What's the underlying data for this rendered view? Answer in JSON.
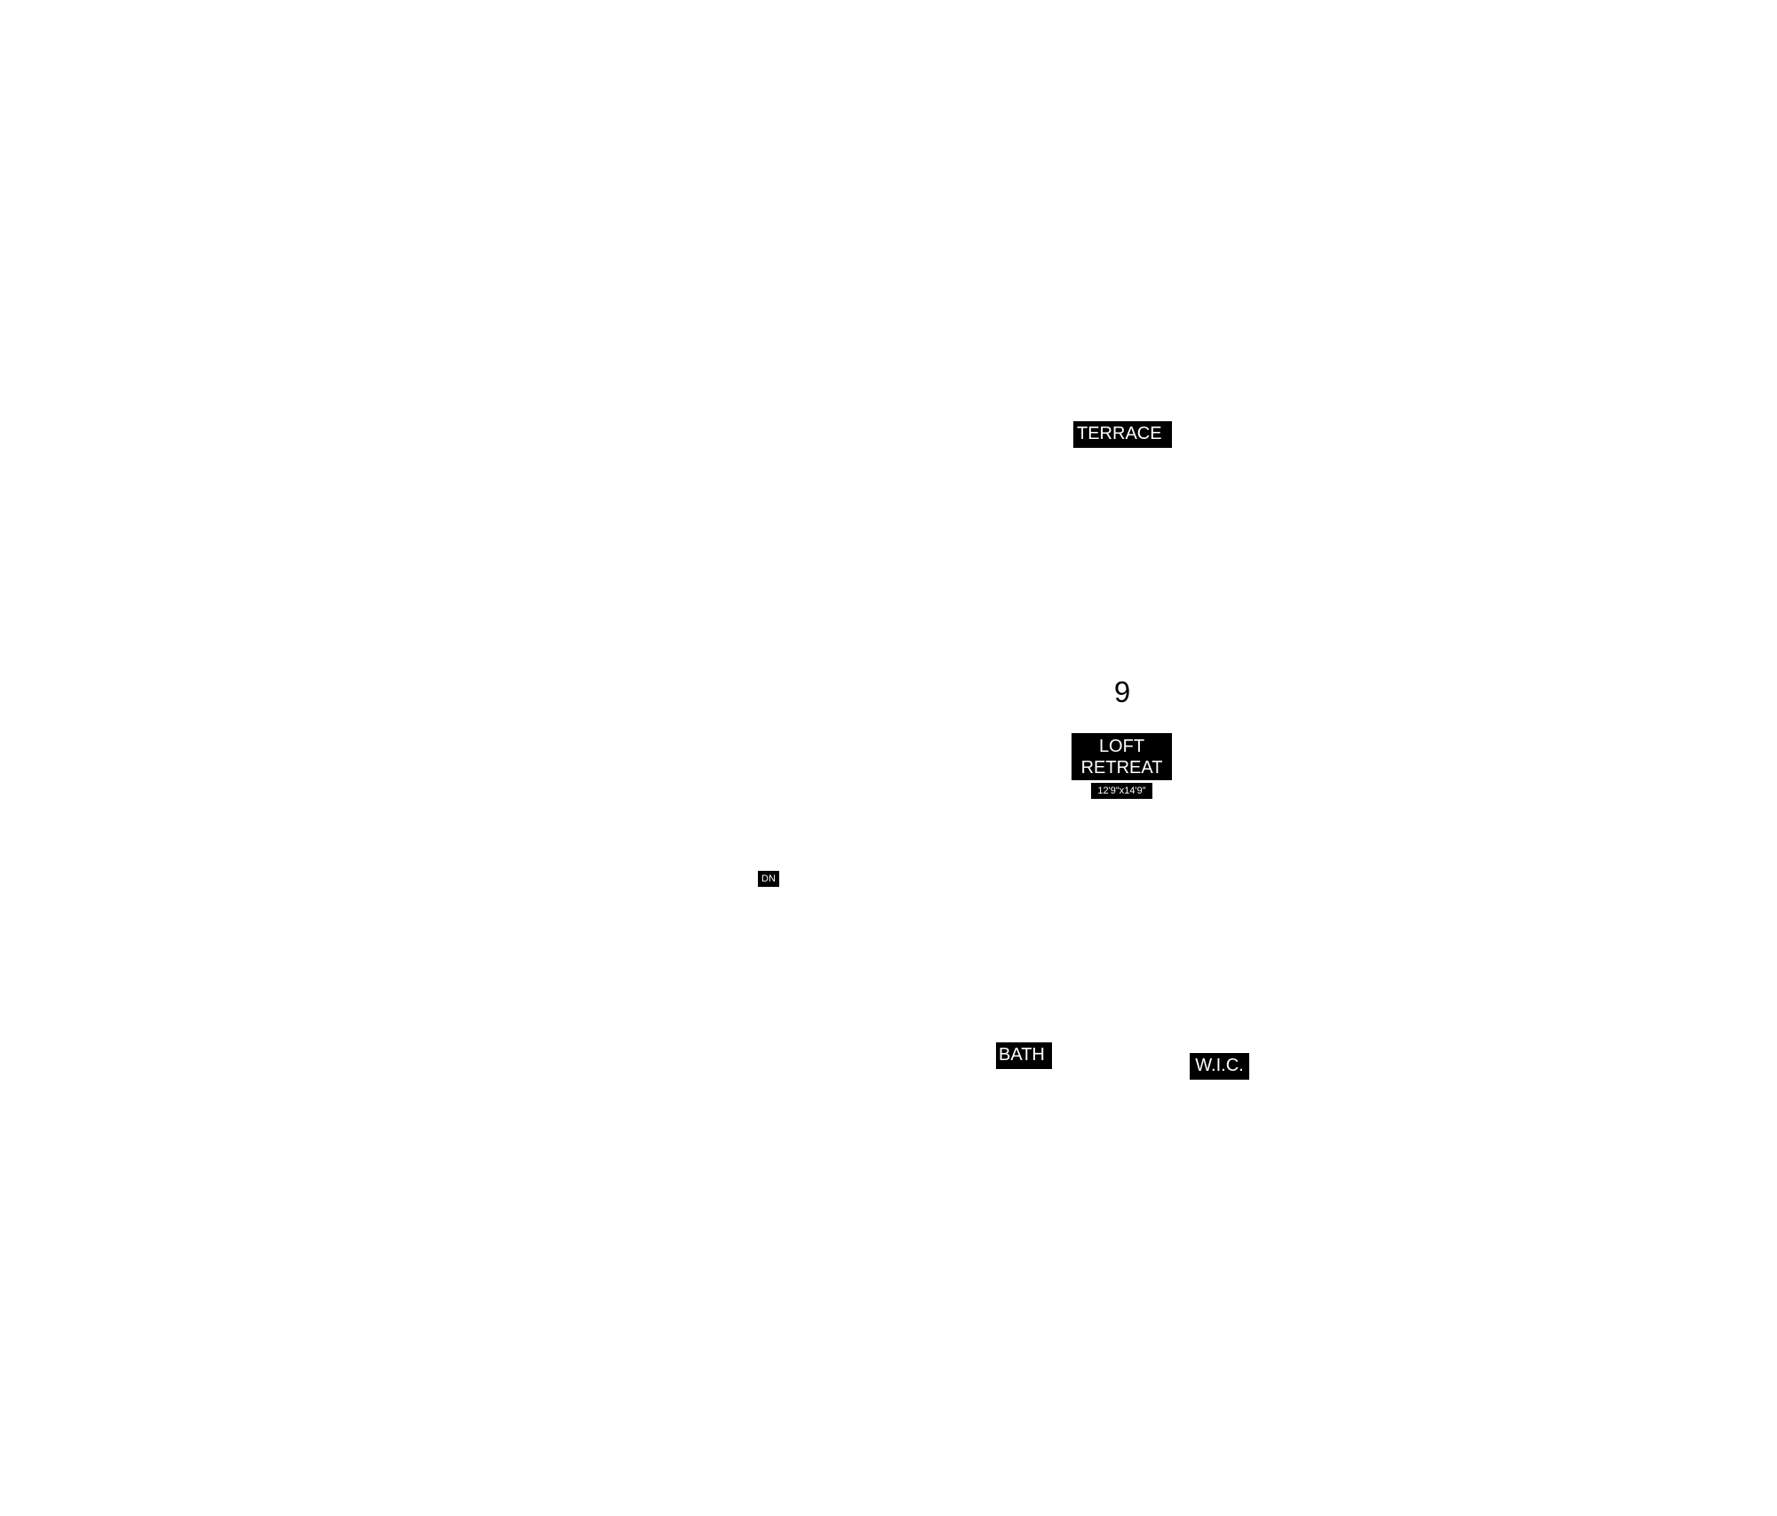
{
  "labels": {
    "terrace": "TERRACE",
    "room_number": "9",
    "loft_line_1": "LOFT",
    "loft_line_2": "RETREAT",
    "loft_dimensions": "12'9\"x14'9\"",
    "dn": "DN",
    "bath": "BATH",
    "wic": "W.I.C."
  },
  "colors": {
    "background": "#ffffff",
    "label_fill": "#000000",
    "label_text": "#ffffff",
    "number_text": "#000000"
  }
}
